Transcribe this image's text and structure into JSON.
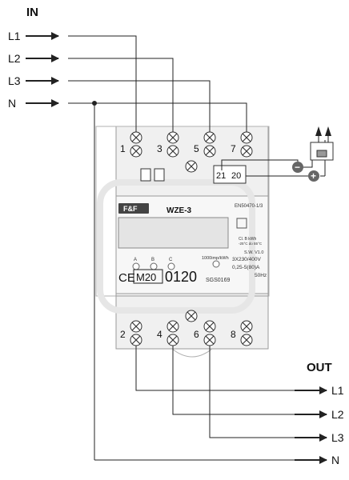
{
  "labels": {
    "in": "IN",
    "out": "OUT",
    "inputs": [
      "L1",
      "L2",
      "L3",
      "N"
    ],
    "outputs": [
      "L1",
      "L2",
      "L3",
      "N"
    ]
  },
  "terminals": {
    "top": [
      "1",
      "3",
      "5",
      "7"
    ],
    "bottom": [
      "2",
      "4",
      "6",
      "8"
    ],
    "pulse": [
      "21",
      "20"
    ]
  },
  "meter": {
    "brand": "F&F",
    "model": "WZE-3",
    "standard": "EN50470-1/3",
    "class_text": "Cl. B  kWh",
    "temp_range": "-25°C do 55°C",
    "sw_version": "S.W. V1.0",
    "phases": [
      "A",
      "B",
      "C"
    ],
    "impulse": "1000imp/kWh",
    "voltage": "3X230/400V",
    "current": "0,25-5(80)A",
    "freq": "50Hz",
    "ce": "CE",
    "m_mark": "M20",
    "number": "0120",
    "serial": "SGS0169"
  },
  "pulse_polarity": {
    "negative": "−",
    "positive": "+"
  },
  "colors": {
    "line": "#222222",
    "housing": "#f4f4f4",
    "housing_edge": "#9a9a9a",
    "display": "#e6e6e6",
    "terminal": "#ffffff",
    "pulse_badge": "#666666"
  }
}
